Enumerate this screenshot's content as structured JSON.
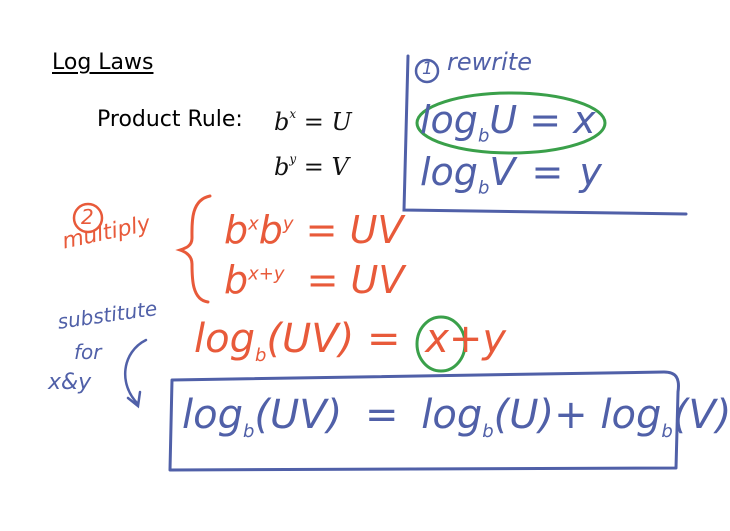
{
  "title": "Log Laws",
  "rule": {
    "label": "Product Rule:",
    "eq1_base": "b",
    "eq1_exp": "x",
    "eq1_rhs": "= U",
    "eq2_base": "b",
    "eq2_exp": "y",
    "eq2_rhs": "= V"
  },
  "step1": {
    "number": "1",
    "label": "rewrite",
    "line1": "log",
    "line1_sub": "b",
    "line1_rest": "U = x",
    "line2": "log",
    "line2_sub": "b",
    "line2_rest": "V = y"
  },
  "step2": {
    "number": "2",
    "label": "multiply",
    "line1": "b",
    "line1_exp1": "x",
    "line1_b2": "b",
    "line1_exp2": "y",
    "line1_rhs": "= UV",
    "line2": "b",
    "line2_exp": "x+y",
    "line2_rhs": "= UV"
  },
  "step3": {
    "note_line1": "substitute",
    "note_line2": "for",
    "note_line3": "x&y",
    "eq_lhs": "log",
    "eq_lhs_sub": "b",
    "eq_lhs_arg": "(UV) =",
    "eq_x": "x",
    "eq_rest": "+y"
  },
  "result": {
    "lhs": "log",
    "lhs_sub": "b",
    "lhs_arg": "(UV)",
    "eq": "=",
    "t1": "log",
    "t1_sub": "b",
    "t1_arg": "(U)",
    "plus": "+",
    "t2": "log",
    "t2_sub": "b",
    "t2_arg": "(V)"
  },
  "colors": {
    "blue_ink": "#5060a8",
    "red_ink": "#e85a3a",
    "green_ink": "#3aa04a"
  }
}
